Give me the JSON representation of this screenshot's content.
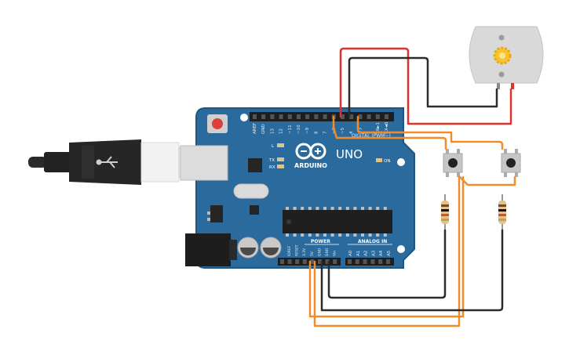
{
  "board": {
    "logo": "ARDUINO",
    "model": "UNO",
    "digital_label": "DIGITAL (PWM~)",
    "power_label": "POWER",
    "analog_label": "ANALOG IN",
    "on_label": "ON",
    "led_l": "L",
    "led_tx": "TX",
    "led_rx": "RX",
    "digital_pins": [
      "AREF",
      "GND",
      "13",
      "12",
      "~11",
      "~10",
      "~9",
      "8",
      "7",
      "~6",
      "~5",
      "4",
      "~3",
      "2",
      "TX►1",
      "RX◄0"
    ],
    "power_pins": [
      "IOREF",
      "RESET",
      "3.3V",
      "5V",
      "GND",
      "GND",
      "Vin"
    ],
    "analog_pins": [
      "A0",
      "A1",
      "A2",
      "A3",
      "A4",
      "A5"
    ]
  },
  "colors": {
    "board": "#2b6a9c",
    "board_edge": "#1f5580",
    "wire_red": "#e0312e",
    "wire_black": "#2b2b2b",
    "wire_orange": "#f08d2a",
    "motor_body": "#d9d9d9",
    "motor_gear": "#f7c32f"
  },
  "components": [
    {
      "name": "usb-cable",
      "type": "USB type-B cable"
    },
    {
      "name": "arduino-uno",
      "type": "Arduino Uno board"
    },
    {
      "name": "dc-motor",
      "type": "DC motor"
    },
    {
      "name": "pushbutton",
      "type": "pushbutton",
      "count": 2
    },
    {
      "name": "resistor",
      "type": "resistor",
      "count": 2
    }
  ]
}
